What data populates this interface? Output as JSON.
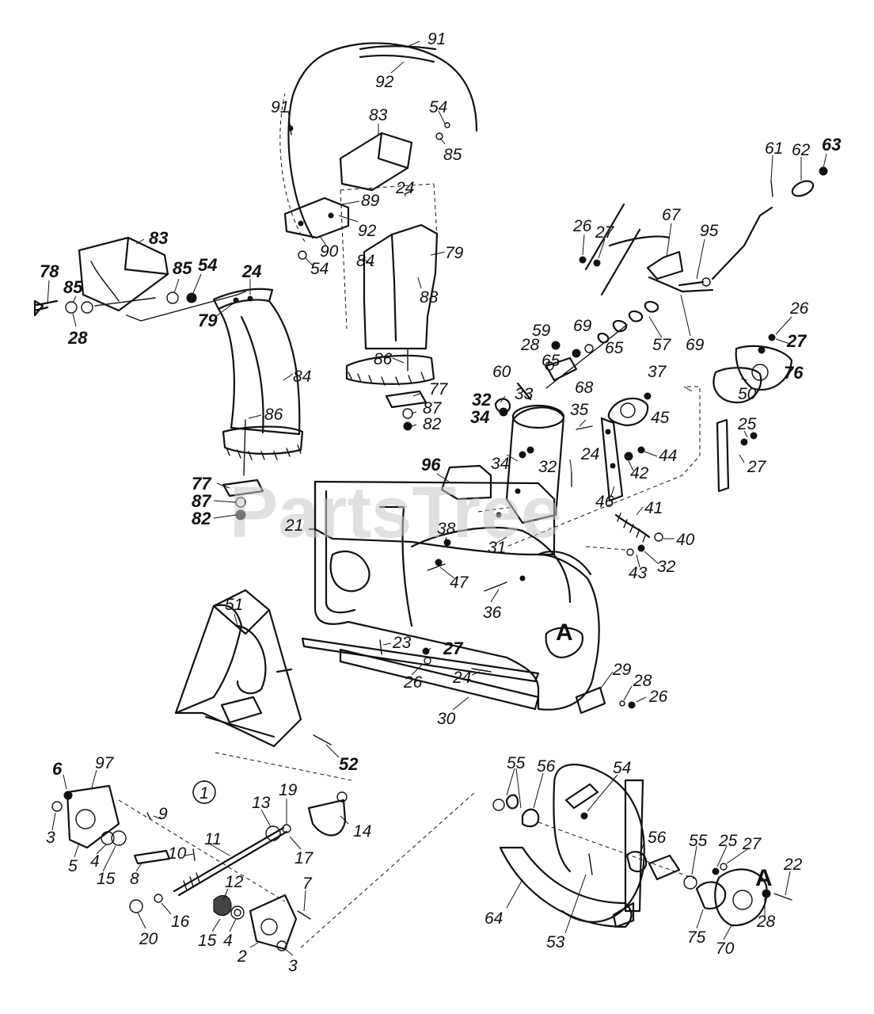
{
  "watermark": "PartsTree",
  "ref_markers": {
    "a1": "A",
    "a2": "A",
    "circled": "1"
  },
  "callouts": [
    {
      "id": "c91a",
      "text": "91"
    },
    {
      "id": "c92a",
      "text": "92"
    },
    {
      "id": "c91b",
      "text": "91"
    },
    {
      "id": "c83a",
      "text": "83"
    },
    {
      "id": "c54a",
      "text": "54"
    },
    {
      "id": "c85a",
      "text": "85"
    },
    {
      "id": "c24a",
      "text": "24"
    },
    {
      "id": "c89",
      "text": "89"
    },
    {
      "id": "c92b",
      "text": "92"
    },
    {
      "id": "c90",
      "text": "90"
    },
    {
      "id": "c54b",
      "text": "54"
    },
    {
      "id": "c79a",
      "text": "79"
    },
    {
      "id": "c84a",
      "text": "84"
    },
    {
      "id": "c88",
      "text": "88"
    },
    {
      "id": "c86a",
      "text": "86"
    },
    {
      "id": "c77a",
      "text": "77"
    },
    {
      "id": "c87a",
      "text": "87"
    },
    {
      "id": "c82a",
      "text": "82"
    },
    {
      "id": "c83b",
      "text": "83"
    },
    {
      "id": "c78",
      "text": "78"
    },
    {
      "id": "c85b",
      "text": "85"
    },
    {
      "id": "c85c",
      "text": "85"
    },
    {
      "id": "c54c",
      "text": "54"
    },
    {
      "id": "c28a",
      "text": "28"
    },
    {
      "id": "c24b",
      "text": "24"
    },
    {
      "id": "c79b",
      "text": "79"
    },
    {
      "id": "c84b",
      "text": "84"
    },
    {
      "id": "c86b",
      "text": "86"
    },
    {
      "id": "c77b",
      "text": "77"
    },
    {
      "id": "c87b",
      "text": "87"
    },
    {
      "id": "c82b",
      "text": "82"
    },
    {
      "id": "c61",
      "text": "61"
    },
    {
      "id": "c62",
      "text": "62"
    },
    {
      "id": "c63",
      "text": "63"
    },
    {
      "id": "c26a",
      "text": "26"
    },
    {
      "id": "c27a",
      "text": "27"
    },
    {
      "id": "c67",
      "text": "67"
    },
    {
      "id": "c95",
      "text": "95"
    },
    {
      "id": "c69a",
      "text": "69"
    },
    {
      "id": "c57",
      "text": "57"
    },
    {
      "id": "c69b",
      "text": "69"
    },
    {
      "id": "c26b",
      "text": "26"
    },
    {
      "id": "c27b",
      "text": "27"
    },
    {
      "id": "c76",
      "text": "76"
    },
    {
      "id": "c59",
      "text": "59"
    },
    {
      "id": "c28b",
      "text": "28"
    },
    {
      "id": "c65a",
      "text": "65"
    },
    {
      "id": "c65b",
      "text": "65"
    },
    {
      "id": "c60",
      "text": "60"
    },
    {
      "id": "c68",
      "text": "68"
    },
    {
      "id": "c33",
      "text": "33"
    },
    {
      "id": "c32a",
      "text": "32"
    },
    {
      "id": "c34a",
      "text": "34"
    },
    {
      "id": "c35",
      "text": "35"
    },
    {
      "id": "c37",
      "text": "37"
    },
    {
      "id": "c45",
      "text": "45"
    },
    {
      "id": "c50",
      "text": "50"
    },
    {
      "id": "c25a",
      "text": "25"
    },
    {
      "id": "c27c",
      "text": "27"
    },
    {
      "id": "c96",
      "text": "96"
    },
    {
      "id": "c34b",
      "text": "34"
    },
    {
      "id": "c32b",
      "text": "32"
    },
    {
      "id": "c24c",
      "text": "24"
    },
    {
      "id": "c44",
      "text": "44"
    },
    {
      "id": "c42",
      "text": "42"
    },
    {
      "id": "c46",
      "text": "46"
    },
    {
      "id": "c41",
      "text": "41"
    },
    {
      "id": "c40",
      "text": "40"
    },
    {
      "id": "c43",
      "text": "43"
    },
    {
      "id": "c32c",
      "text": "32"
    },
    {
      "id": "c21",
      "text": "21"
    },
    {
      "id": "c38",
      "text": "38"
    },
    {
      "id": "c31",
      "text": "31"
    },
    {
      "id": "c47",
      "text": "47"
    },
    {
      "id": "c36",
      "text": "36"
    },
    {
      "id": "c51",
      "text": "51"
    },
    {
      "id": "c23",
      "text": "23"
    },
    {
      "id": "c27d",
      "text": "27"
    },
    {
      "id": "c26c",
      "text": "26"
    },
    {
      "id": "c24d",
      "text": "24"
    },
    {
      "id": "c29",
      "text": "29"
    },
    {
      "id": "c28c",
      "text": "28"
    },
    {
      "id": "c26d",
      "text": "26"
    },
    {
      "id": "c30",
      "text": "30"
    },
    {
      "id": "c52",
      "text": "52"
    },
    {
      "id": "c6",
      "text": "6"
    },
    {
      "id": "c97",
      "text": "97"
    },
    {
      "id": "c3a",
      "text": "3"
    },
    {
      "id": "c5",
      "text": "5"
    },
    {
      "id": "c4a",
      "text": "4"
    },
    {
      "id": "c15a",
      "text": "15"
    },
    {
      "id": "c9",
      "text": "9"
    },
    {
      "id": "c8",
      "text": "8"
    },
    {
      "id": "c10",
      "text": "10"
    },
    {
      "id": "c11",
      "text": "11"
    },
    {
      "id": "c13",
      "text": "13"
    },
    {
      "id": "c19",
      "text": "19"
    },
    {
      "id": "c17",
      "text": "17"
    },
    {
      "id": "c14",
      "text": "14"
    },
    {
      "id": "c12",
      "text": "12"
    },
    {
      "id": "c20",
      "text": "20"
    },
    {
      "id": "c16",
      "text": "16"
    },
    {
      "id": "c15b",
      "text": "15"
    },
    {
      "id": "c4b",
      "text": "4"
    },
    {
      "id": "c7",
      "text": "7"
    },
    {
      "id": "c2",
      "text": "2"
    },
    {
      "id": "c3b",
      "text": "3"
    },
    {
      "id": "c55a",
      "text": "55"
    },
    {
      "id": "c56a",
      "text": "56"
    },
    {
      "id": "c54d",
      "text": "54"
    },
    {
      "id": "c56b",
      "text": "56"
    },
    {
      "id": "c55b",
      "text": "55"
    },
    {
      "id": "c25b",
      "text": "25"
    },
    {
      "id": "c27e",
      "text": "27"
    },
    {
      "id": "c22",
      "text": "22"
    },
    {
      "id": "c64",
      "text": "64"
    },
    {
      "id": "c53",
      "text": "53"
    },
    {
      "id": "c75",
      "text": "75"
    },
    {
      "id": "c28d",
      "text": "28"
    },
    {
      "id": "c70",
      "text": "70"
    }
  ]
}
